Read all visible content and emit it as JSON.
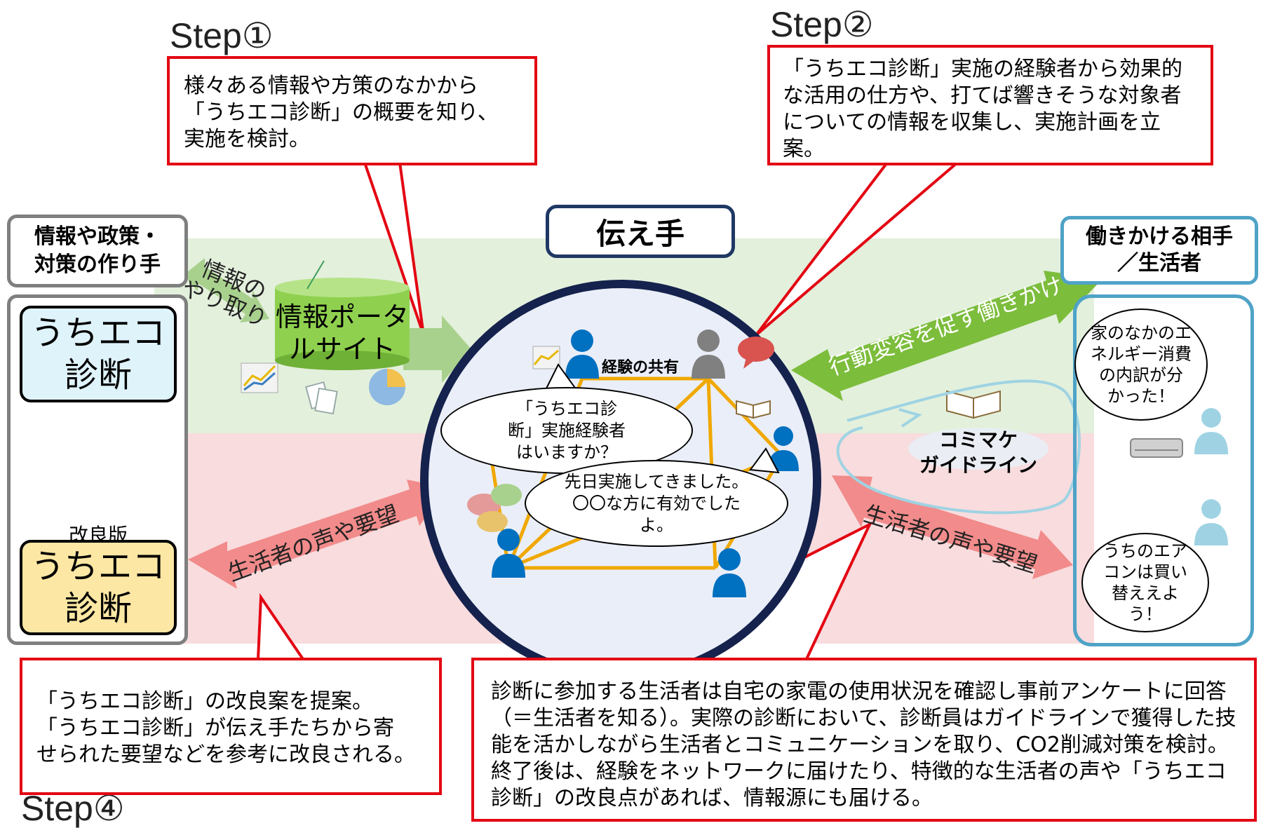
{
  "steps": {
    "step1": {
      "label": "Step①",
      "text": "様々ある情報や方策のなかから\n「うちエコ診断」の概要を知り、\n実施を検討。"
    },
    "step2": {
      "label": "Step②",
      "text": "「うちエコ診断」実施の経験者から効果的な活用の仕方や、打てば響きそうな対象者についての情報を収集し、実施計画を立案。"
    },
    "step4": {
      "label": "Step④",
      "text": "「うちエコ診断」の改良案を提案。\n「うちエコ診断」が伝え手たちから寄\nせられた要望などを参考に改良される。"
    }
  },
  "bottom_right_text": "診断に参加する生活者は自宅の家電の使用状況を確認し事前アンケートに回答（＝生活者を知る）。実際の診断において、診断員はガイドラインで獲得した技能を活かしながら生活者とコミュニケーションを取り、CO2削減対策を検討。終了後は、経験をネットワークに届けたり、特徴的な生活者の声や「うちエコ診断」の改良点があれば、情報源にも届ける。",
  "left": {
    "header": "情報や政策・\n対策の作り手",
    "box1": "うちエコ\n診断",
    "improved_tag": "改良版",
    "box2": "うちエコ\n診断",
    "exchange_label": "情報の\nやり取り"
  },
  "center": {
    "title": "伝え手",
    "portal": "情報ポータ\nルサイト",
    "experience_share": "経験の共有",
    "bubble_question": "「うちエコ診\n断」実施経験者\nはいますか？",
    "bubble_answer": "先日実施してきました。\n〇〇な方に有効でした\nよ。"
  },
  "right": {
    "header": "働きかける相手\n／生活者",
    "bubble_top": "家のなかのエ\nネルギー消費\nの内訳が分\nかった！",
    "bubble_bottom": "うちのエア\nコンは買い\n替ええよ\nう！",
    "guideline": "コミマケ\nガイドライン"
  },
  "arrows": {
    "behavior": "行動変容を促す働きかけ",
    "voice_left": "生活者の声や要望",
    "voice_right": "生活者の声や要望"
  },
  "colors": {
    "callout_border": "#e30613",
    "green_band": "#e3f0dc",
    "pink_band": "#f8dcde",
    "person_blue": "#0070c0",
    "person_gray": "#808080",
    "person_light": "#9fd3e3",
    "network_line": "#f0a800",
    "navy": "#1f3864"
  }
}
